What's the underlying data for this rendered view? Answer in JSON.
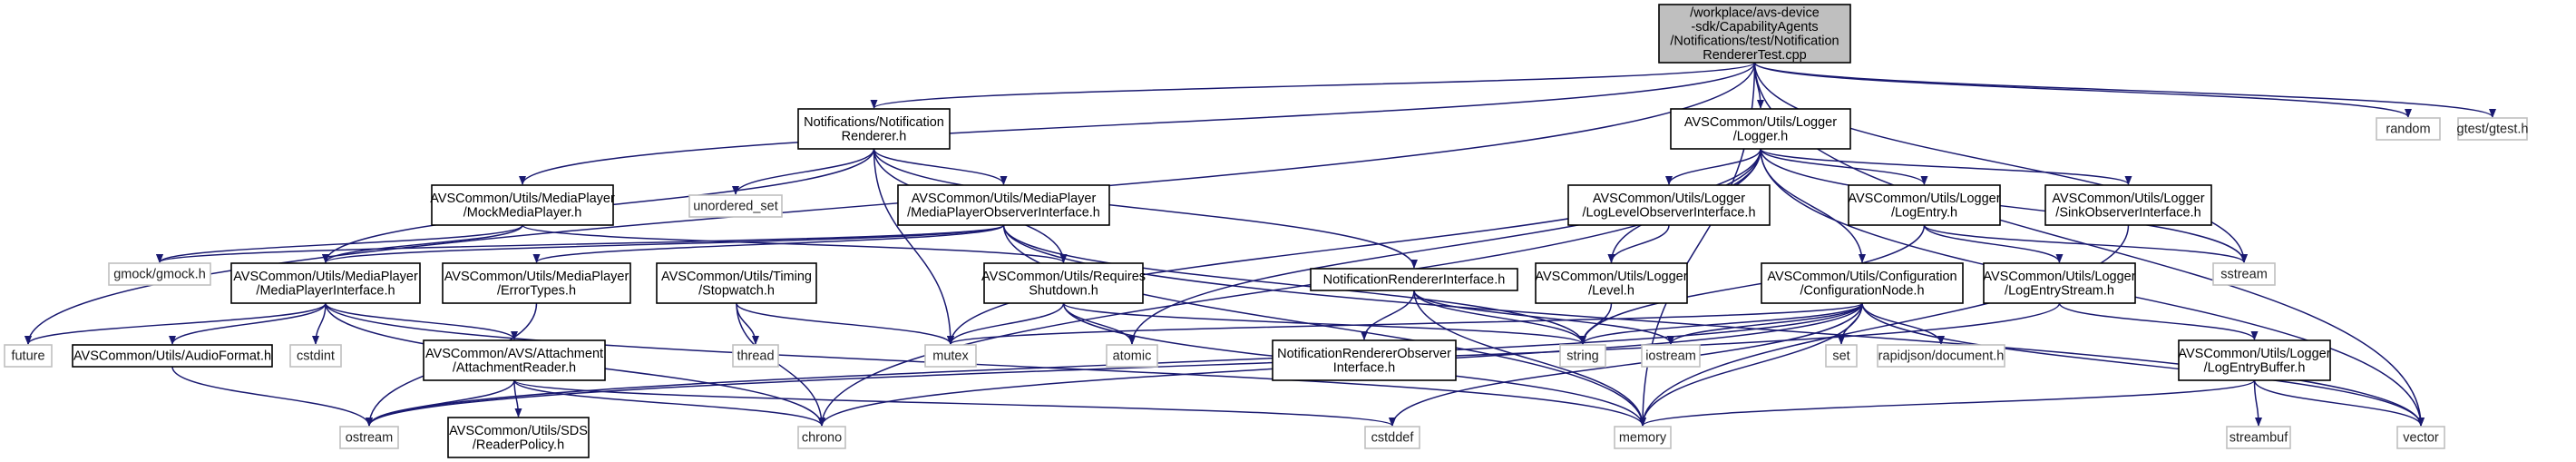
{
  "diagram": {
    "colors": {
      "edge": "#191970",
      "root_fill": "#bfbfbf",
      "node_border": "#000000",
      "external_border": "#bfbfbf",
      "background": "#ffffff"
    },
    "nodes": [
      {
        "id": "root",
        "style": "root",
        "lines": [
          "/workplace/avs-device",
          "-sdk/CapabilityAgents",
          "/Notifications/test/Notification",
          "RendererTest.cpp"
        ]
      },
      {
        "id": "nr",
        "style": "black",
        "lines": [
          "Notifications/Notification",
          "Renderer.h"
        ]
      },
      {
        "id": "logger",
        "style": "black",
        "lines": [
          "AVSCommon/Utils/Logger",
          "/Logger.h"
        ]
      },
      {
        "id": "random",
        "style": "gray",
        "lines": [
          "random"
        ]
      },
      {
        "id": "gtest",
        "style": "gray",
        "lines": [
          "gtest/gtest.h"
        ]
      },
      {
        "id": "mockmp",
        "style": "black",
        "lines": [
          "AVSCommon/Utils/MediaPlayer",
          "/MockMediaPlayer.h"
        ]
      },
      {
        "id": "unordered",
        "style": "gray",
        "lines": [
          "unordered_set"
        ]
      },
      {
        "id": "mpobs",
        "style": "black",
        "lines": [
          "AVSCommon/Utils/MediaPlayer",
          "/MediaPlayerObserverInterface.h"
        ]
      },
      {
        "id": "loglevelobs",
        "style": "black",
        "lines": [
          "AVSCommon/Utils/Logger",
          "/LogLevelObserverInterface.h"
        ]
      },
      {
        "id": "logentry",
        "style": "black",
        "lines": [
          "AVSCommon/Utils/Logger",
          "/LogEntry.h"
        ]
      },
      {
        "id": "sinkobs",
        "style": "black",
        "lines": [
          "AVSCommon/Utils/Logger",
          "/SinkObserverInterface.h"
        ]
      },
      {
        "id": "gmock",
        "style": "gray",
        "lines": [
          "gmock/gmock.h"
        ]
      },
      {
        "id": "mpi",
        "style": "black",
        "lines": [
          "AVSCommon/Utils/MediaPlayer",
          "/MediaPlayerInterface.h"
        ]
      },
      {
        "id": "errtypes",
        "style": "black",
        "lines": [
          "AVSCommon/Utils/MediaPlayer",
          "/ErrorTypes.h"
        ]
      },
      {
        "id": "stopwatch",
        "style": "black",
        "lines": [
          "AVSCommon/Utils/Timing",
          "/Stopwatch.h"
        ]
      },
      {
        "id": "reqshut",
        "style": "black",
        "lines": [
          "AVSCommon/Utils/Requires",
          "Shutdown.h"
        ]
      },
      {
        "id": "nri",
        "style": "black",
        "lines": [
          "NotificationRendererInterface.h"
        ]
      },
      {
        "id": "level",
        "style": "black",
        "lines": [
          "AVSCommon/Utils/Logger",
          "/Level.h"
        ]
      },
      {
        "id": "confnode",
        "style": "black",
        "lines": [
          "AVSCommon/Utils/Configuration",
          "/ConfigurationNode.h"
        ]
      },
      {
        "id": "logentrystream",
        "style": "black",
        "lines": [
          "AVSCommon/Utils/Logger",
          "/LogEntryStream.h"
        ]
      },
      {
        "id": "sstream",
        "style": "gray",
        "lines": [
          "sstream"
        ]
      },
      {
        "id": "future",
        "style": "gray",
        "lines": [
          "future"
        ]
      },
      {
        "id": "audioformat",
        "style": "black",
        "lines": [
          "AVSCommon/Utils/AudioFormat.h"
        ]
      },
      {
        "id": "cstdint",
        "style": "gray",
        "lines": [
          "cstdint"
        ]
      },
      {
        "id": "attreader",
        "style": "black",
        "lines": [
          "AVSCommon/AVS/Attachment",
          "/AttachmentReader.h"
        ]
      },
      {
        "id": "thread",
        "style": "gray",
        "lines": [
          "thread"
        ]
      },
      {
        "id": "mutex",
        "style": "gray",
        "lines": [
          "mutex"
        ]
      },
      {
        "id": "atomic",
        "style": "gray",
        "lines": [
          "atomic"
        ]
      },
      {
        "id": "nrobs",
        "style": "black",
        "lines": [
          "NotificationRendererObserver",
          "Interface.h"
        ]
      },
      {
        "id": "string",
        "style": "gray",
        "lines": [
          "string"
        ]
      },
      {
        "id": "iostream",
        "style": "gray",
        "lines": [
          "iostream"
        ]
      },
      {
        "id": "set",
        "style": "gray",
        "lines": [
          "set"
        ]
      },
      {
        "id": "rapidjson",
        "style": "gray",
        "lines": [
          "rapidjson/document.h"
        ]
      },
      {
        "id": "logentrybuffer",
        "style": "black",
        "lines": [
          "AVSCommon/Utils/Logger",
          "/LogEntryBuffer.h"
        ]
      },
      {
        "id": "ostream",
        "style": "gray",
        "lines": [
          "ostream"
        ]
      },
      {
        "id": "readerpolicy",
        "style": "black",
        "lines": [
          "AVSCommon/Utils/SDS",
          "/ReaderPolicy.h"
        ]
      },
      {
        "id": "chrono",
        "style": "gray",
        "lines": [
          "chrono"
        ]
      },
      {
        "id": "cstddef",
        "style": "gray",
        "lines": [
          "cstddef"
        ]
      },
      {
        "id": "memory",
        "style": "gray",
        "lines": [
          "memory"
        ]
      },
      {
        "id": "streambuf",
        "style": "gray",
        "lines": [
          "streambuf"
        ]
      },
      {
        "id": "vector",
        "style": "gray",
        "lines": [
          "vector"
        ]
      }
    ],
    "edges": [
      [
        "root",
        "nr"
      ],
      [
        "root",
        "logger"
      ],
      [
        "root",
        "random"
      ],
      [
        "root",
        "gtest"
      ],
      [
        "root",
        "mockmp"
      ],
      [
        "root",
        "future"
      ],
      [
        "root",
        "sstream"
      ],
      [
        "root",
        "memory"
      ],
      [
        "root",
        "vector"
      ],
      [
        "nr",
        "unordered"
      ],
      [
        "nr",
        "mpobs"
      ],
      [
        "nr",
        "nri"
      ],
      [
        "nr",
        "reqshut"
      ],
      [
        "nr",
        "mutex"
      ],
      [
        "nr",
        "mpi"
      ],
      [
        "logger",
        "loglevelobs"
      ],
      [
        "logger",
        "logentry"
      ],
      [
        "logger",
        "sinkobs"
      ],
      [
        "logger",
        "level"
      ],
      [
        "logger",
        "confnode"
      ],
      [
        "logger",
        "sstream"
      ],
      [
        "logger",
        "vector"
      ],
      [
        "logger",
        "mutex"
      ],
      [
        "logger",
        "chrono"
      ],
      [
        "logger",
        "atomic"
      ],
      [
        "mockmp",
        "gmock"
      ],
      [
        "mockmp",
        "mpi"
      ],
      [
        "mockmp",
        "reqshut"
      ],
      [
        "mpobs",
        "mpi"
      ],
      [
        "mpobs",
        "errtypes"
      ],
      [
        "mpobs",
        "string"
      ],
      [
        "mpobs",
        "memory"
      ],
      [
        "mpobs",
        "vector"
      ],
      [
        "mpobs",
        "gmock"
      ],
      [
        "loglevelobs",
        "level"
      ],
      [
        "logentry",
        "sstream"
      ],
      [
        "logentry",
        "logentrystream"
      ],
      [
        "logentry",
        "string"
      ],
      [
        "sinkobs",
        "memory"
      ],
      [
        "mpi",
        "future"
      ],
      [
        "mpi",
        "audioformat"
      ],
      [
        "mpi",
        "cstdint"
      ],
      [
        "mpi",
        "attreader"
      ],
      [
        "mpi",
        "chrono"
      ],
      [
        "mpi",
        "memory"
      ],
      [
        "errtypes",
        "ostream"
      ],
      [
        "stopwatch",
        "thread"
      ],
      [
        "stopwatch",
        "mutex"
      ],
      [
        "stopwatch",
        "chrono"
      ],
      [
        "reqshut",
        "mutex"
      ],
      [
        "reqshut",
        "atomic"
      ],
      [
        "reqshut",
        "string"
      ],
      [
        "reqshut",
        "memory"
      ],
      [
        "nri",
        "nrobs"
      ],
      [
        "nri",
        "string"
      ],
      [
        "nri",
        "memory"
      ],
      [
        "nri",
        "iostream"
      ],
      [
        "level",
        "string"
      ],
      [
        "confnode",
        "mutex"
      ],
      [
        "confnode",
        "string"
      ],
      [
        "confnode",
        "iostream"
      ],
      [
        "confnode",
        "set"
      ],
      [
        "confnode",
        "rapidjson"
      ],
      [
        "confnode",
        "ostream"
      ],
      [
        "confnode",
        "chrono"
      ],
      [
        "confnode",
        "cstddef"
      ],
      [
        "confnode",
        "memory"
      ],
      [
        "confnode",
        "vector"
      ],
      [
        "logentrystream",
        "logentrybuffer"
      ],
      [
        "logentrystream",
        "ostream"
      ],
      [
        "audioformat",
        "ostream"
      ],
      [
        "attreader",
        "readerpolicy"
      ],
      [
        "attreader",
        "ostream"
      ],
      [
        "attreader",
        "chrono"
      ],
      [
        "attreader",
        "cstddef"
      ],
      [
        "logentrybuffer",
        "streambuf"
      ],
      [
        "logentrybuffer",
        "memory"
      ],
      [
        "logentrybuffer",
        "vector"
      ]
    ]
  }
}
